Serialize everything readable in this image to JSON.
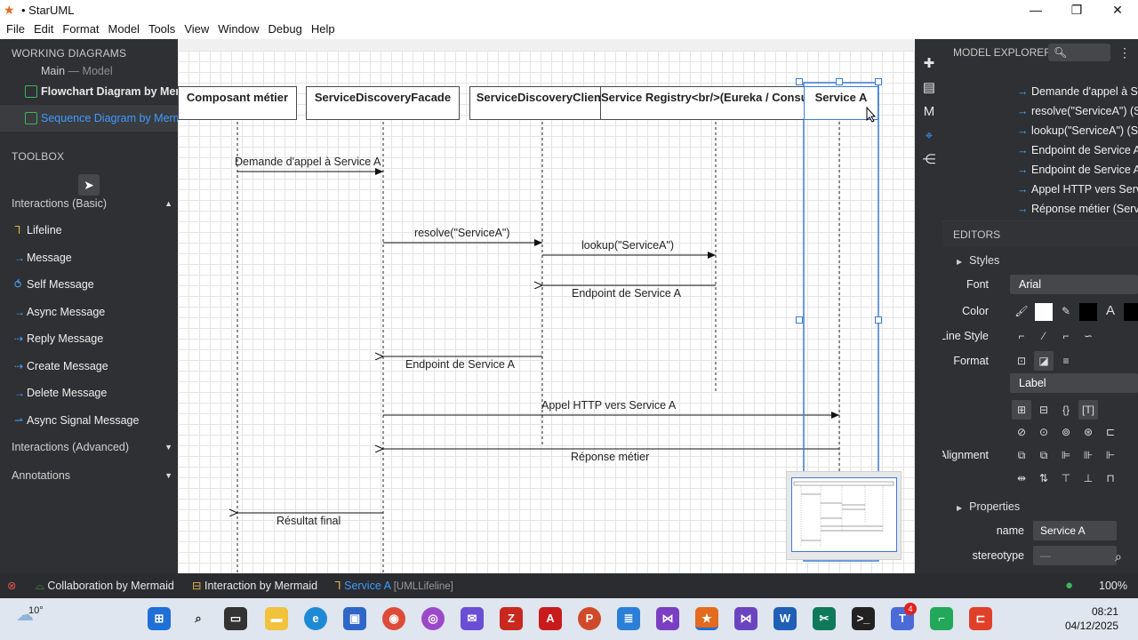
{
  "window": {
    "title": "• StarUML",
    "min": "—",
    "max": "❐",
    "close": "✕"
  },
  "menu": [
    "File",
    "Edit",
    "Format",
    "Model",
    "Tools",
    "View",
    "Window",
    "Debug",
    "Help"
  ],
  "working_diagrams": {
    "heading": "WORKING DIAGRAMS",
    "items": [
      {
        "label": "Main",
        "suffix": "— Model"
      },
      {
        "label": "Flowchart Diagram by Merm"
      },
      {
        "label": "Sequence Diagram by Merm"
      }
    ]
  },
  "toolbox": {
    "heading": "TOOLBOX",
    "groups": {
      "basic": "Interactions (Basic)",
      "advanced": "Interactions (Advanced)",
      "annotations": "Annotations"
    },
    "items": [
      "Lifeline",
      "Message",
      "Self Message",
      "Async Message",
      "Reply Message",
      "Create Message",
      "Delete Message",
      "Async Signal Message"
    ]
  },
  "diagram": {
    "lifelines": [
      "Composant métier",
      "ServiceDiscoveryFacade",
      "ServiceDiscoveryClient",
      "Service Registry<br/>(Eureka / Consul)",
      "Service A"
    ],
    "messages": [
      "Demande d'appel à Service A",
      "resolve(\"ServiceA\")",
      "lookup(\"ServiceA\")",
      "Endpoint de Service A",
      "Endpoint de Service A",
      "Appel HTTP vers Service A",
      "Réponse métier",
      "Résultat final"
    ]
  },
  "model_explorer": {
    "heading": "MODEL EXPLORER",
    "more": "⋮",
    "items": [
      "Demande d'appel à S",
      "resolve(\"ServiceA\") (S",
      "lookup(\"ServiceA\") (S",
      "Endpoint de Service A",
      "Endpoint de Service A",
      "Appel HTTP vers Serv",
      "Réponse métier (Serv"
    ]
  },
  "editors": {
    "heading": "EDITORS",
    "styles": "Styles",
    "font_label": "Font",
    "font_value": "Arial",
    "color_label": "Color",
    "line_style_label": "Line Style",
    "format_label": "Format",
    "format_value": "Label",
    "alignment_label": "Alignment",
    "properties": "Properties",
    "name_label": "name",
    "name_value": "Service A",
    "stereotype_label": "stereotype",
    "stereotype_value": "—"
  },
  "statusbar": {
    "tab1": "Collaboration by Mermaid",
    "tab2": "Interaction by Mermaid",
    "selected": "Service A",
    "selected_type": "[UMLLifeline]",
    "zoom": "100%"
  },
  "taskbar": {
    "temperature": "10°",
    "time": "08:21",
    "date": "04/12/2025",
    "badge_count": "4"
  },
  "colors": {
    "panel_bg": "#2f3033",
    "accent_blue": "#3e9bff",
    "selection": "#3a7bd5",
    "diagram_green": "#3cb55e"
  }
}
